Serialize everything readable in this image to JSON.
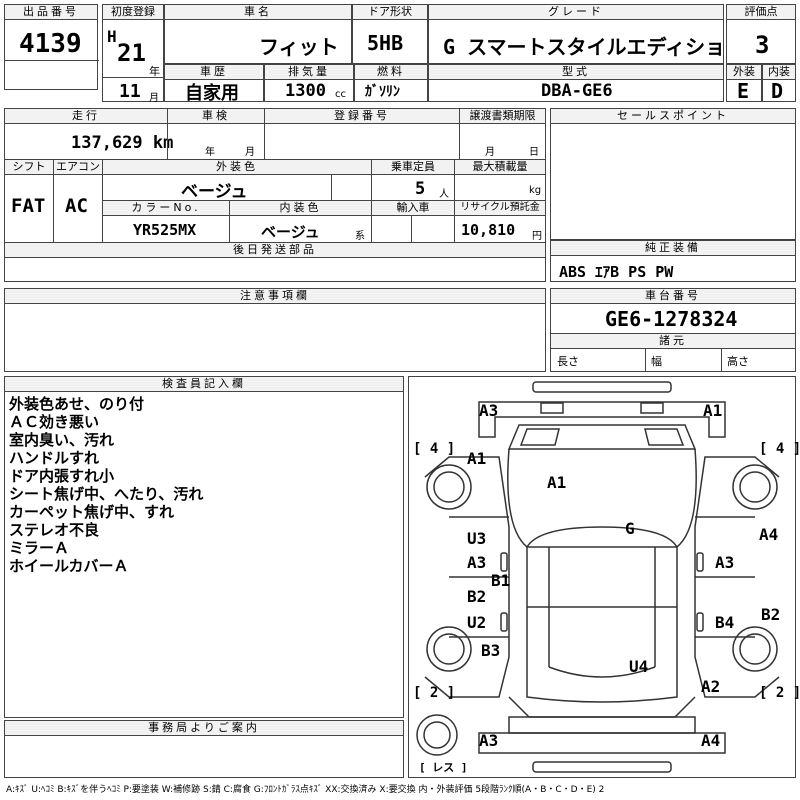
{
  "header": {
    "lot_label": "出品番号",
    "lot_number": "4139",
    "first_reg_label": "初度登録",
    "era": "H",
    "year": "21",
    "year_unit": "年",
    "month": "11",
    "month_unit": "月",
    "car_name_label": "車名",
    "car_name": "フィット",
    "door_label": "ドア形状",
    "door": "5HB",
    "grade_label": "グレード",
    "grade": "G スマートスタイルエディション",
    "score_label": "評価点",
    "score": "3",
    "history_label": "車歴",
    "history": "自家用",
    "displacement_label": "排気量",
    "displacement": "1300",
    "displacement_unit": "cc",
    "fuel_label": "燃料",
    "fuel": "ｶﾞｿﾘﾝ",
    "model_label": "型式",
    "model": "DBA-GE6",
    "exterior_label": "外装",
    "exterior": "E",
    "interior_label": "内装",
    "interior": "D"
  },
  "row2": {
    "mileage_label": "走行",
    "mileage": "137,629 km",
    "inspection_label": "車検",
    "insp_year_unit": "年",
    "insp_month_unit": "月",
    "reg_no_label": "登録番号",
    "transfer_label": "譲渡書類期限",
    "transfer_month_unit": "月",
    "transfer_day_unit": "日",
    "shift_label": "シフト",
    "shift": "FAT",
    "ac_label": "エアコン",
    "ac": "AC",
    "ext_color_label": "外装色",
    "ext_color": "ベージュ",
    "capacity_label": "乗車定員",
    "capacity": "5",
    "capacity_unit": "人",
    "max_load_label": "最大積載量",
    "max_load_unit": "kg",
    "color_no_label": "カラーNo.",
    "color_no": "YR525MX",
    "int_color_label": "内装色",
    "int_color": "ベージュ",
    "int_color_unit": "系",
    "import_label": "輸入車",
    "recycle_label": "リサイクル預託金",
    "recycle": "10,810",
    "recycle_unit": "円",
    "later_parts_label": "後日発送部品"
  },
  "sales": {
    "label": "セールスポイント"
  },
  "equipment": {
    "label": "純正装備",
    "value": "ABS ｴｱB PS PW"
  },
  "caution": {
    "label": "注意事項欄"
  },
  "chassis": {
    "label": "車台番号",
    "value": "GE6-1278324",
    "spec_label": "諸元",
    "length_label": "長さ",
    "width_label": "幅",
    "height_label": "高さ"
  },
  "inspector": {
    "label": "検査員記入欄",
    "lines": [
      "外装色あせ、のり付",
      "ＡＣ効き悪い",
      "室内臭い、汚れ",
      "ハンドルすれ",
      "ドア内張すれ小",
      "シート焦げ中、へたり、汚れ",
      "カーペット焦げ中、すれ",
      "ステレオ不良",
      "ミラーＡ",
      "ホイールカバーＡ"
    ]
  },
  "office": {
    "label": "事務局よりご案内"
  },
  "diagram": {
    "marks": [
      "A3",
      "A1",
      "A1",
      "A1",
      "G",
      "U3",
      "A4",
      "A3",
      "A3",
      "B1",
      "B2",
      "B2",
      "U2",
      "B4",
      "B3",
      "U4",
      "A2",
      "A3",
      "A4"
    ],
    "tires": [
      "[ 4 ]",
      "[ 4 ]",
      "[ 2 ]",
      "[ 2 ]",
      "[ レス ]"
    ]
  },
  "legend": "A:ｷｽﾞ U:ﾍｺﾐ B:ｷｽﾞを伴うﾍｺﾐ P:要塗装 W:補修跡 S:錆 C:腐食 G:ﾌﾛﾝﾄｶﾞﾗｽ点ｷｽﾞ XX:交換済み X:要交換 内・外装評価 5段階ﾗﾝｸ順(A・B・C・D・E) 2"
}
